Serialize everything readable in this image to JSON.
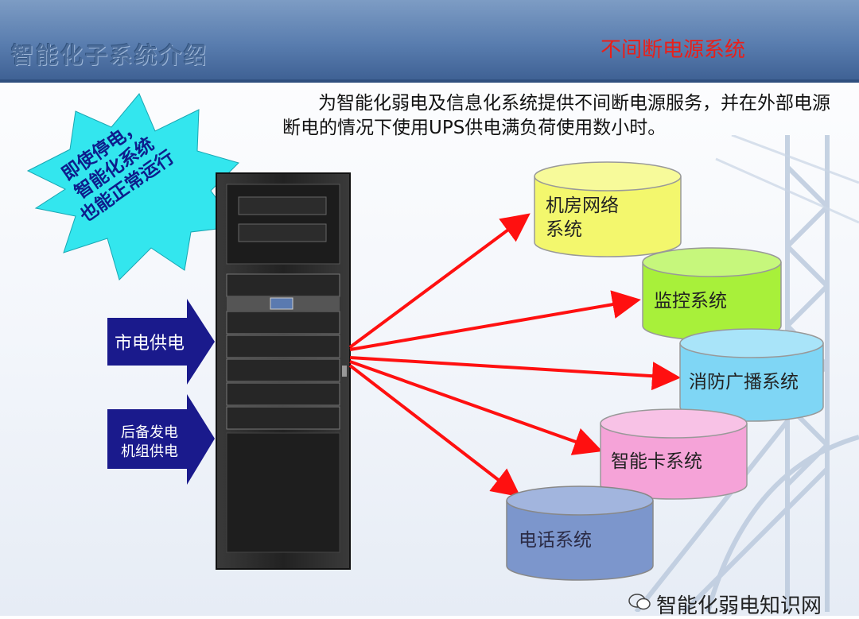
{
  "header": {
    "left_title": "智能化子系统介绍",
    "right_title": "不间断电源系统"
  },
  "intro_text": "为智能化弱电及信息化系统提供不间断电源服务，并在外部电源断电的情况下使用UPS供电满负荷使用数小时。",
  "burst": {
    "line1": "即使停电，",
    "line2": "智能化系统",
    "line3": "也能正常运行"
  },
  "inputs": [
    {
      "line1": "市电供电",
      "line2": ""
    },
    {
      "line1": "后备发电",
      "line2": "机组供电"
    }
  ],
  "systems": [
    {
      "line1": "机房网络",
      "line2": "系统",
      "color": "#f3f76d"
    },
    {
      "line1": "监控系统",
      "line2": "",
      "color": "#a8f03a"
    },
    {
      "line1": "消防广播系统",
      "line2": "",
      "color": "#7fd6f5"
    },
    {
      "line1": "智能卡系统",
      "line2": "",
      "color": "#f5a3d8"
    },
    {
      "line1": "电话系统",
      "line2": "",
      "color": "#7c96cc"
    }
  ],
  "colors": {
    "arrow_red": "#ff1010",
    "input_arrow": "#1a1a8c",
    "burst": "#33e6ee",
    "header_title_red": "#e8201a"
  },
  "watermark": "智能化弱电知识网"
}
